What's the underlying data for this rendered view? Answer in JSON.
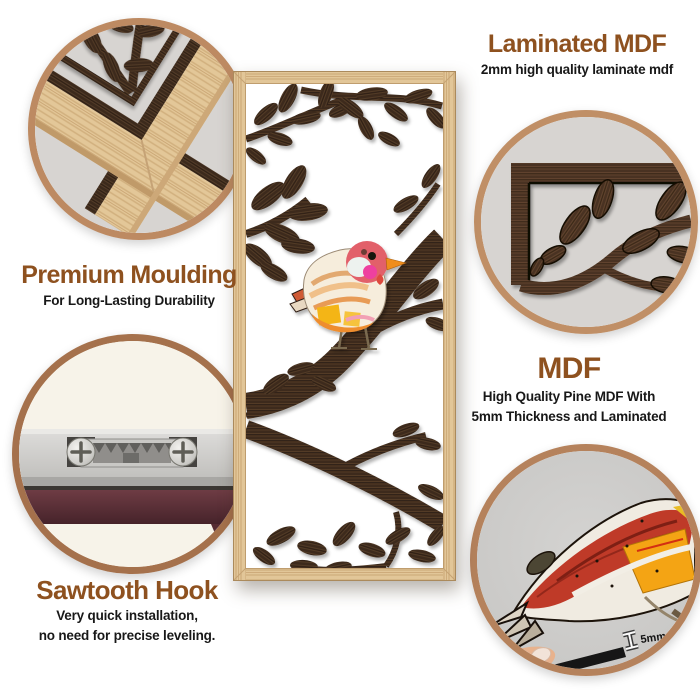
{
  "callouts": {
    "laminated_mdf": {
      "title": "Laminated MDF",
      "subtitle": "2mm high quality laminate mdf"
    },
    "premium_moulding": {
      "title": "Premium Moulding",
      "subtitle": "For Long-Lasting Durability"
    },
    "mdf": {
      "title": "MDF",
      "line1": "High Quality Pine MDF With",
      "line2": "5mm Thickness and Laminated"
    },
    "sawtooth_hook": {
      "title": "Sawtooth Hook",
      "line1": "Very quick installation,",
      "line2": "no need for precise leveling."
    }
  },
  "measurement": {
    "thickness_label": "5mm"
  },
  "icons": {
    "top_left_circle": "frame-corner-zoom-photo",
    "top_right_circle": "laminate-corner-zoom-photo",
    "bottom_left_circle": "sawtooth-hook-zoom-photo",
    "bottom_right_circle": "mdf-thickness-zoom-photo",
    "center": "bird-branch-wall-art-photo"
  },
  "colors": {
    "accent_brown": "#8E511F",
    "text_black": "#181818",
    "circle_rim_copper": "#B5825C",
    "circle_fill_gray": "#D6D3D1",
    "circle_fill_cream": "#F7F3E9",
    "frame_oak": "#E2C698",
    "walnut_dark": "#3C2A1C",
    "backing_maroon": "#5C3138",
    "bird_red": "#E2606B",
    "bird_orange": "#EE8D2E",
    "bird_yellow": "#F4B517",
    "bird_pink": "#EE3F9F"
  }
}
